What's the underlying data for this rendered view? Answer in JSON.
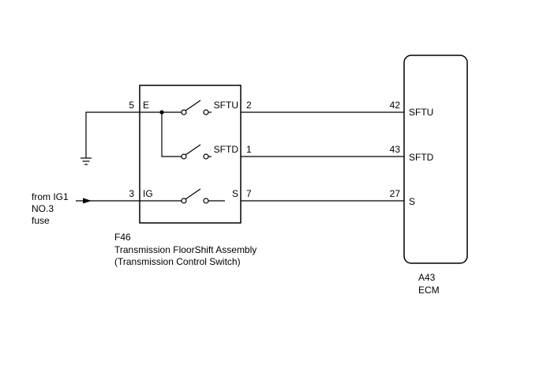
{
  "switch_assembly": {
    "connector": "F46",
    "name_line1": "Transmission FloorShift Assembly",
    "name_line2": "(Transmission Control Switch)",
    "pins": {
      "e": {
        "number": "5",
        "label": "E"
      },
      "ig": {
        "number": "3",
        "label": "IG"
      },
      "sftu": {
        "number": "2",
        "label": "SFTU"
      },
      "sftd": {
        "number": "1",
        "label": "SFTD"
      },
      "s": {
        "number": "7",
        "label": "S"
      }
    }
  },
  "ecm": {
    "connector": "A43",
    "name": "ECM",
    "pins": {
      "sftu": {
        "number": "42",
        "label": "SFTU"
      },
      "sftd": {
        "number": "43",
        "label": "SFTD"
      },
      "s": {
        "number": "27",
        "label": "S"
      }
    }
  },
  "power_source": {
    "line1": "from IG1",
    "line2": "NO.3",
    "line3": "fuse"
  }
}
